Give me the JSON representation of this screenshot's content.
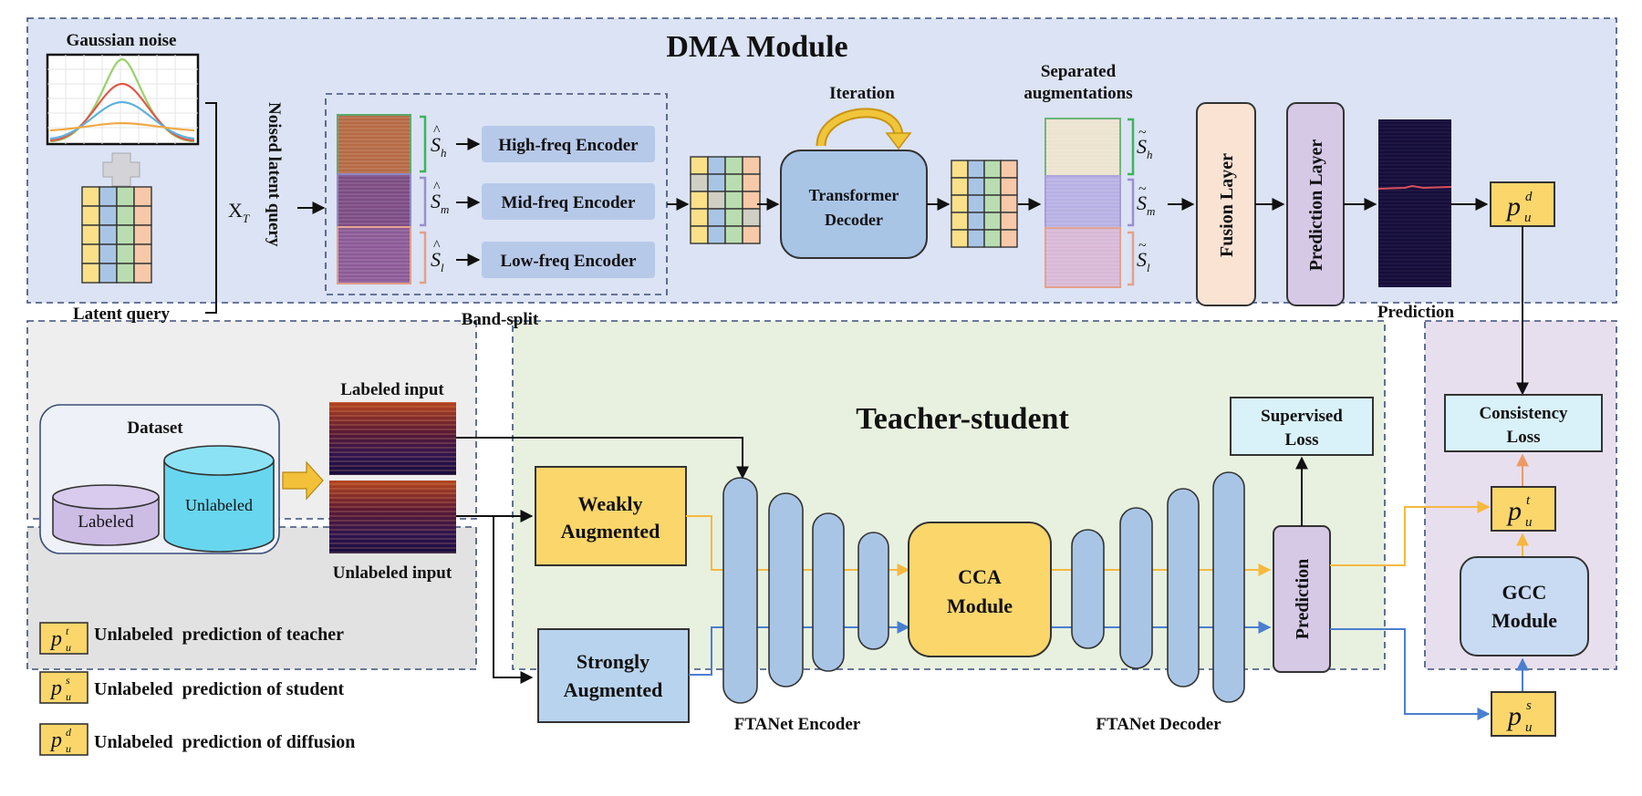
{
  "dma": {
    "title": "DMA Module",
    "gaussian_noise": "Gaussian noise",
    "latent_query": "Latent query",
    "xt_base": "X",
    "xt_sub": "T",
    "noised_latent_query": "Noised latent query",
    "band_split": "Band-split",
    "s_h": "h",
    "s_m": "m",
    "s_l": "l",
    "S": "S",
    "high_encoder": "High-freq Encoder",
    "mid_encoder": "Mid-freq Encoder",
    "low_encoder": "Low-freq Encoder",
    "iteration": "Iteration",
    "transformer_decoder_line1": "Transformer",
    "transformer_decoder_line2": "Decoder",
    "separated_line1": "Separated",
    "separated_line2": "augmentations",
    "fusion_layer": "Fusion Layer",
    "prediction_layer": "Prediction Layer",
    "prediction": "Prediction",
    "pud_sup": "d"
  },
  "data_panel": {
    "dataset": "Dataset",
    "labeled": "Labeled",
    "unlabeled": "Unlabeled",
    "labeled_input": "Labeled input",
    "unlabeled_input": "Unlabeled input"
  },
  "legend": {
    "items": [
      {
        "sup": "t",
        "text": "Unlabeled  prediction of teacher"
      },
      {
        "sup": "s",
        "text": "Unlabeled  prediction of student"
      },
      {
        "sup": "d",
        "text": "Unlabeled  prediction of diffusion"
      }
    ]
  },
  "ts": {
    "title": "Teacher-student",
    "weak_line1": "Weakly",
    "weak_line2": "Augmented",
    "strong_line1": "Strongly",
    "strong_line2": "Augmented",
    "encoder": "FTANet Encoder",
    "decoder": "FTANet Decoder",
    "cca_line1": "CCA",
    "cca_line2": "Module",
    "prediction": "Prediction",
    "sup_loss_line1": "Supervised",
    "sup_loss_line2": "Loss"
  },
  "right": {
    "cons_line1": "Consistency",
    "cons_line2": "Loss",
    "gcc_line1": "GCC",
    "gcc_line2": "Module",
    "put_sup": "t",
    "pus_sup": "s"
  },
  "colors": {
    "dma_bg": "#dbe3f4",
    "ts_bg": "#e8f1df",
    "right_bg": "#e8dfee",
    "legend_bg": "#e2e2e2",
    "enc_fill": "#a9c5e6",
    "yellow": "#fbd66b",
    "cyan": "#69d6ef",
    "orange_line": "#f5b940",
    "blue_line": "#4a7fd0"
  }
}
